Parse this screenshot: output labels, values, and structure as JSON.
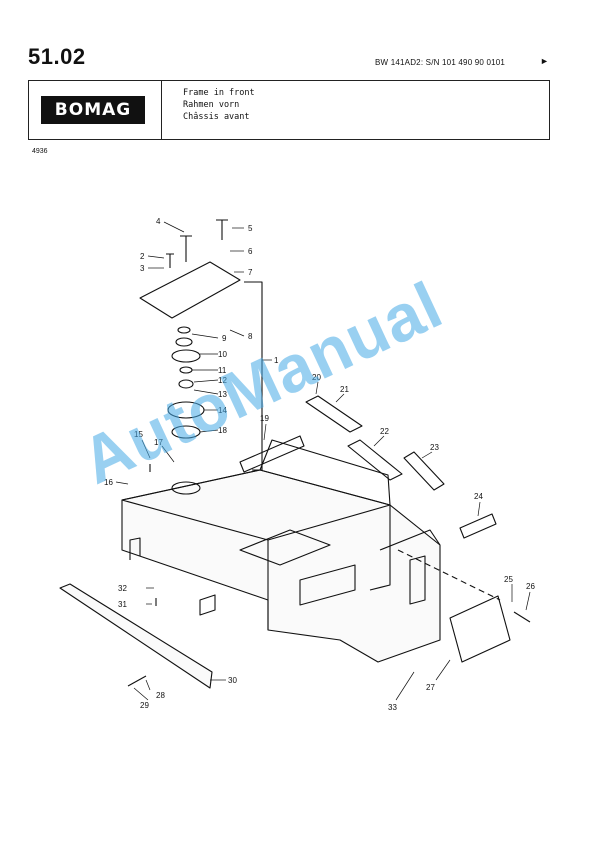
{
  "header": {
    "page_number": "51.02",
    "serial": "BW 141AD2: S/N 101 490 90 0101",
    "serial_arrow": "►",
    "brand": "BOMAG",
    "titles": [
      "Frame in front",
      "Rahmen vorn",
      "Châssis avant"
    ],
    "doc_ref": "4936"
  },
  "callouts": [
    "1",
    "2",
    "3",
    "4",
    "5",
    "6",
    "7",
    "8",
    "9",
    "10",
    "11",
    "12",
    "13",
    "14",
    "15",
    "16",
    "17",
    "18",
    "19",
    "20",
    "21",
    "22",
    "23",
    "24",
    "25",
    "26",
    "27",
    "28",
    "29",
    "30",
    "31",
    "32",
    "33"
  ],
  "watermark": "AutoManual",
  "colors": {
    "ink": "#111111",
    "watermark": "#46aae6"
  }
}
